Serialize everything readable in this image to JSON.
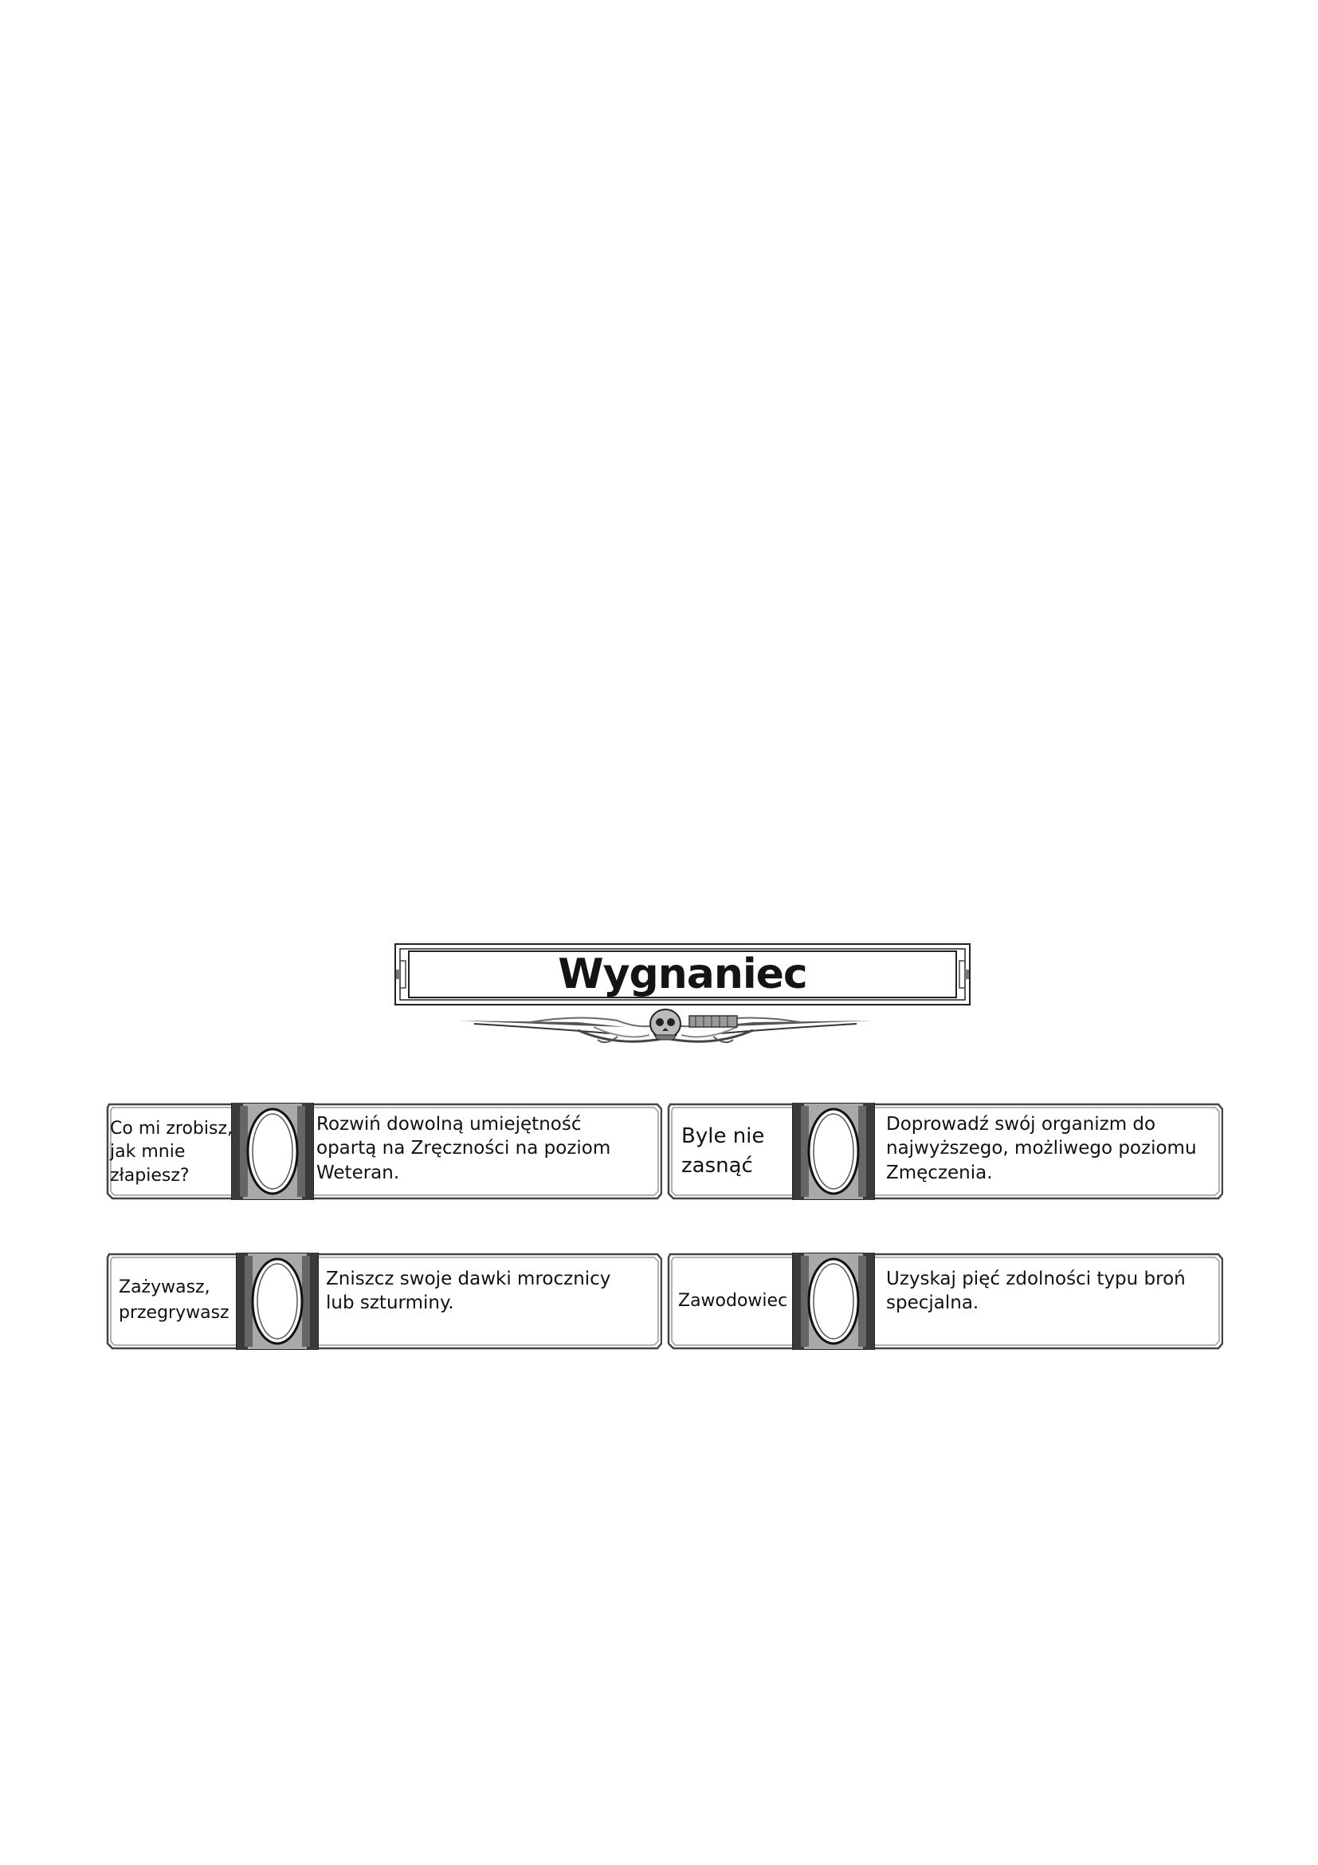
{
  "title": "Wygnaniec",
  "icons": {
    "banner_frame": "ornate-frame-icon",
    "ornament": "skull-ornament-icon",
    "emblem": "achievement-emblem-icon"
  },
  "achievements": [
    {
      "name": "Co mi zrobisz, jak mnie złapiesz?",
      "description": "Rozwiń dowolną umiejętność opartą na Zręczności na poziom Weteran."
    },
    {
      "name": "Byle nie zasnąć",
      "description": "Doprowadź swój organizm do najwyższego, możliwego poziomu Zmęczenia."
    },
    {
      "name": "Zażywasz, przegrywasz",
      "description": "Zniszcz swoje dawki mrocznicy lub szturminy."
    },
    {
      "name": "Zawodowiec",
      "description": "Uzyskaj pięć zdolności typu broń specjalna."
    }
  ]
}
